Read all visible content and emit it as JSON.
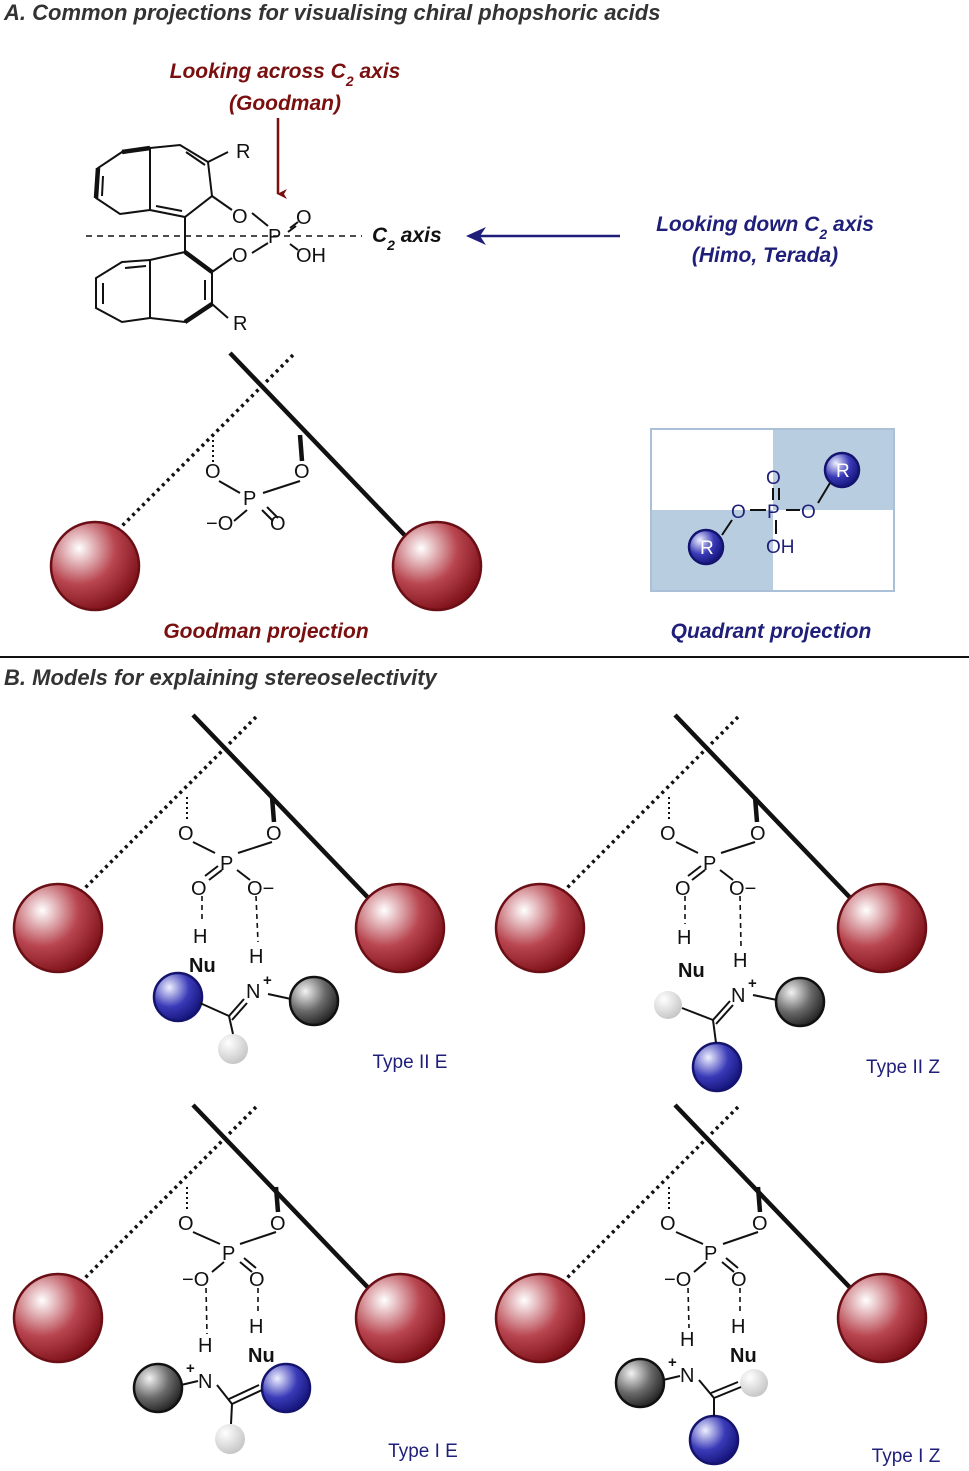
{
  "panel_a": {
    "heading": "A. Common projections for visualising chiral phopshoric acids",
    "goodman_view_line1": "Looking across C",
    "goodman_view_sub": "2",
    "goodman_view_line1_end": " axis",
    "goodman_view_line2": "(Goodman)",
    "axis_label": "C",
    "axis_label_sub": "2",
    "axis_label_end": " axis",
    "down_view_line1": "Looking down C",
    "down_view_sub": "2",
    "down_view_line1_end": " axis",
    "down_view_line2": "(Himo, Terada)",
    "goodman_caption": "Goodman projection",
    "quadrant_caption": "Quadrant projection"
  },
  "panel_b": {
    "heading": "B. Models for explaining stereoselectivity",
    "models": [
      {
        "caption": "Type II E"
      },
      {
        "caption": "Type II Z"
      },
      {
        "caption": "Type I E"
      },
      {
        "caption": "Type I Z"
      }
    ]
  },
  "atoms": {
    "R": "R",
    "O": "O",
    "P": "P",
    "OH": "OH",
    "H": "H",
    "N": "N",
    "Nu": "Nu",
    "minus": "−",
    "plus": "+"
  },
  "colors": {
    "heading": "#333333",
    "goodman_red": "#7a0f0f",
    "himo_blue": "#1f1f7a",
    "quadrant_fill": "#b8cde0",
    "quadrant_border": "#a9c0d6"
  }
}
